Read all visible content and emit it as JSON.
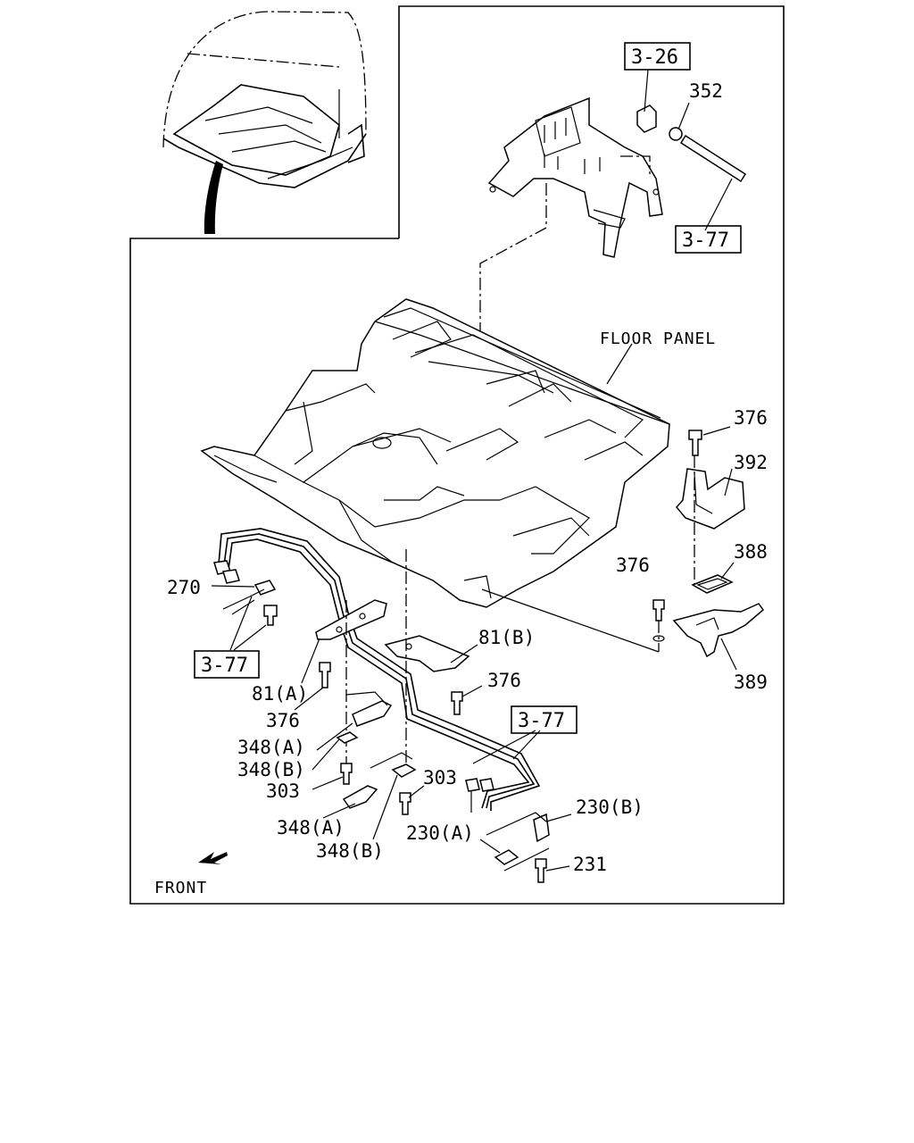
{
  "callouts": {
    "ref_3_26": "3-26",
    "p352": "352",
    "ref_3_77_top": "3-77",
    "floor_panel": "FLOOR PANEL",
    "p376_a": "376",
    "p392": "392",
    "p388": "388",
    "p376_b": "376",
    "p389": "389",
    "p270": "270",
    "ref_3_77_left": "3-77",
    "p81a": "81(A)",
    "p81b": "81(B)",
    "p376_c": "376",
    "p376_d": "376",
    "ref_3_77_mid": "3-77",
    "p348a_1": "348(A)",
    "p348b_1": "348(B)",
    "p303_1": "303",
    "p303_2": "303",
    "p348a_2": "348(A)",
    "p348b_2": "348(B)",
    "p230b": "230(B)",
    "p230a": "230(A)",
    "p231": "231",
    "front": "FRONT"
  }
}
